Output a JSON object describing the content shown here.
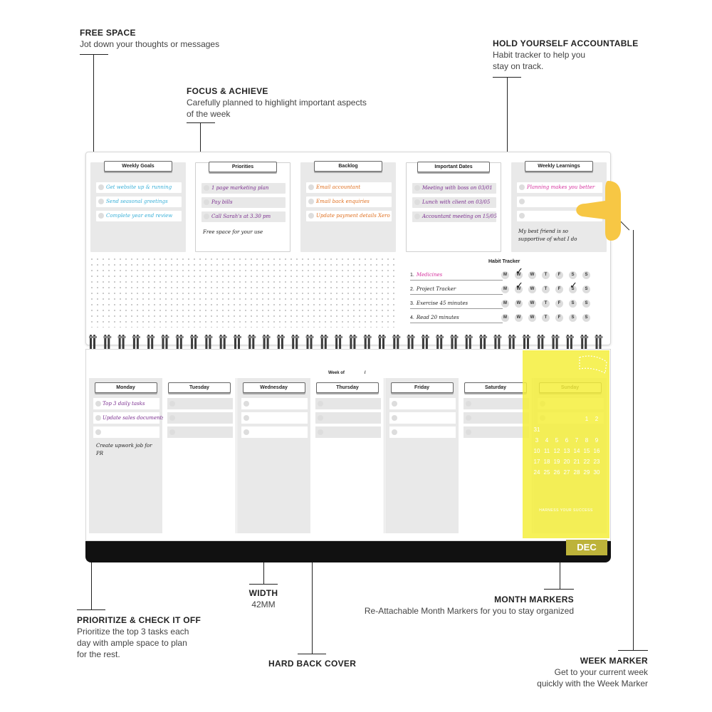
{
  "callouts": {
    "free_space": {
      "title": "FREE SPACE",
      "desc": "Jot down your thoughts or messages"
    },
    "focus": {
      "title": "FOCUS & ACHIEVE",
      "desc1": "Carefully planned to highlight important aspects",
      "desc2": "of the week"
    },
    "accountable": {
      "title": "HOLD YOURSELF ACCOUNTABLE",
      "desc1": "Habit tracker to help you",
      "desc2": "stay on track."
    },
    "prioritize": {
      "title": "PRIORITIZE & CHECK IT OFF",
      "desc1": "Prioritize the top 3 tasks each",
      "desc2": "day with ample space to plan",
      "desc3": "for the rest."
    },
    "width": {
      "title": "WIDTH",
      "desc": "42MM"
    },
    "month_markers": {
      "title": "MONTH MARKERS",
      "desc": "Re-Attachable Month Markers for you to stay organized"
    },
    "hard_back": {
      "title": "HARD BACK COVER"
    },
    "week_marker": {
      "title": "WEEK MARKER",
      "desc1": "Get to your current week",
      "desc2": "quickly with the Week Marker"
    }
  },
  "panels": {
    "weekly_goals": {
      "title": "Weekly Goals",
      "items": [
        "Get website up & running",
        "Send seasonal greetings",
        "Complete year end review"
      ]
    },
    "priorities": {
      "title": "Priorities",
      "items": [
        "1 page marketing plan",
        "Pay bills",
        "Call Sarah's at 3.30 pm"
      ],
      "note": "Free space for your use"
    },
    "backlog": {
      "title": "Backlog",
      "items": [
        "Email accountant",
        "Email back enquiries",
        "Update payment details Xero"
      ]
    },
    "important_dates": {
      "title": "Important Dates",
      "items": [
        "Meeting with boss on 03/01",
        "Lunch with client on 03/05",
        "Accountant meeting on 15/05"
      ]
    },
    "weekly_learnings": {
      "title": "Weekly Learnings",
      "items": [
        "Planning makes you better",
        "",
        ""
      ],
      "note": "My best friend is so supportive of what I do"
    }
  },
  "habit_tracker": {
    "title": "Habit Tracker",
    "days": [
      "M",
      "W",
      "W",
      "T",
      "F",
      "S",
      "S"
    ],
    "habits": [
      {
        "num": "1.",
        "name": "Medicines",
        "checked": [
          1
        ]
      },
      {
        "num": "2.",
        "name": "Project Tracker",
        "checked": [
          1,
          5
        ]
      },
      {
        "num": "3.",
        "name": "Exercise 45 minutes",
        "checked": []
      },
      {
        "num": "4.",
        "name": "Read 20 minutes",
        "checked": []
      }
    ]
  },
  "week": {
    "week_of": "Week of",
    "slash": "/",
    "days": [
      {
        "name": "Monday",
        "items": [
          "Top 3 daily tasks",
          "Update sales documents",
          ""
        ],
        "note": "Create upwork job for PR"
      },
      {
        "name": "Tuesday",
        "items": [
          "",
          "",
          ""
        ]
      },
      {
        "name": "Wednesday",
        "items": [
          "",
          "",
          ""
        ]
      },
      {
        "name": "Thursday",
        "items": [
          "",
          "",
          ""
        ]
      },
      {
        "name": "Friday",
        "items": [
          "",
          "",
          ""
        ]
      },
      {
        "name": "Saturday",
        "items": [
          "",
          "",
          ""
        ]
      },
      {
        "name": "Sunday",
        "items": [
          "",
          ""
        ]
      }
    ]
  },
  "month_sticker": {
    "calendar": [
      [
        "",
        "",
        "",
        "",
        "",
        "1",
        "2"
      ],
      [
        "31",
        "",
        "",
        "",
        "",
        "",
        ""
      ],
      [
        "3",
        "4",
        "5",
        "6",
        "7",
        "8",
        "9"
      ],
      [
        "10",
        "11",
        "12",
        "13",
        "14",
        "15",
        "16"
      ],
      [
        "17",
        "18",
        "19",
        "20",
        "21",
        "22",
        "23"
      ],
      [
        "24",
        "25",
        "26",
        "27",
        "28",
        "29",
        "30"
      ]
    ],
    "footer": "HARNESS YOUR SUCCESS"
  },
  "month_tab": "DEC",
  "colors": {
    "sticker_yellow": "#f4ef3c",
    "week_tab_yellow": "#f7c744",
    "cover": "#111111",
    "dec_tab": "#bdb33a"
  }
}
